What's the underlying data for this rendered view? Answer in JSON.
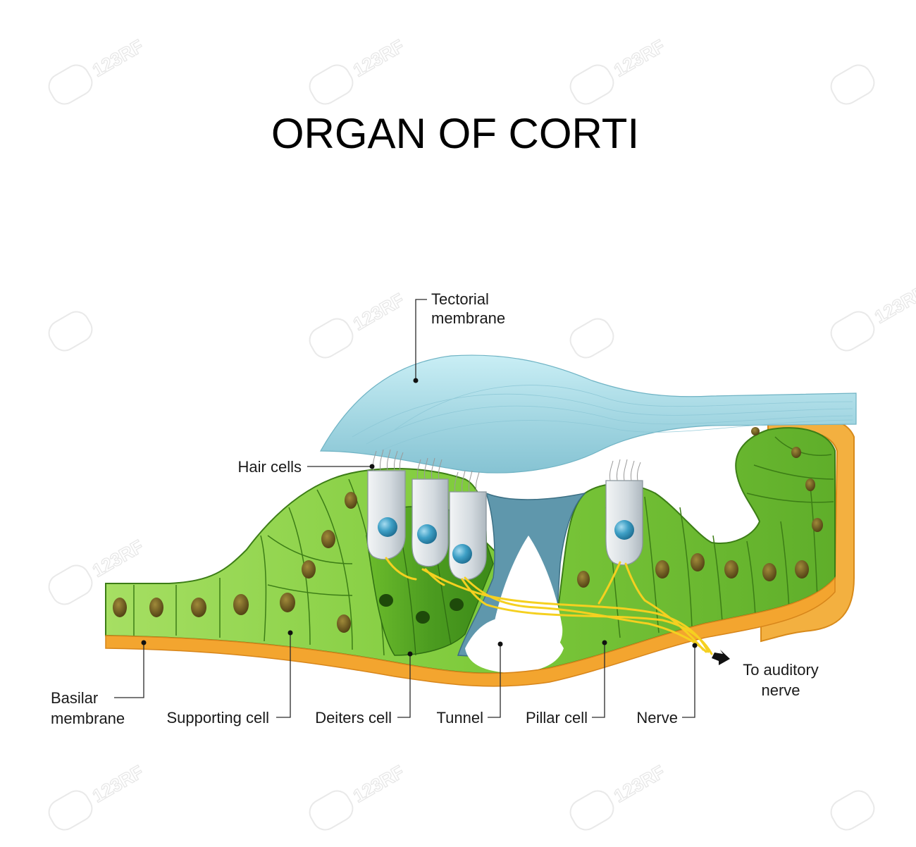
{
  "title": "ORGAN OF CORTI",
  "labels": {
    "tectorial_line1": "Tectorial",
    "tectorial_line2": "membrane",
    "hair_cells": "Hair cells",
    "basilar_line1": "Basilar",
    "basilar_line2": "membrane",
    "supporting_cell": "Supporting cell",
    "deiters_cell": "Deiters cell",
    "tunnel": "Tunnel",
    "pillar_cell": "Pillar cell",
    "nerve": "Nerve",
    "auditory_line1": "To auditory",
    "auditory_line2": "nerve"
  },
  "watermark": "123RF",
  "colors": {
    "tectorial": "#9fd4e0",
    "cell_green": "#7cc63a",
    "cell_green_dark": "#3f8f1f",
    "nucleus": "#6e5a1e",
    "hair_cell": "#d6dce0",
    "hair_nucleus": "#2f8fb4",
    "basilar": "#f0a030",
    "pillar": "#5f97ac",
    "nerve": "#ffe066"
  }
}
